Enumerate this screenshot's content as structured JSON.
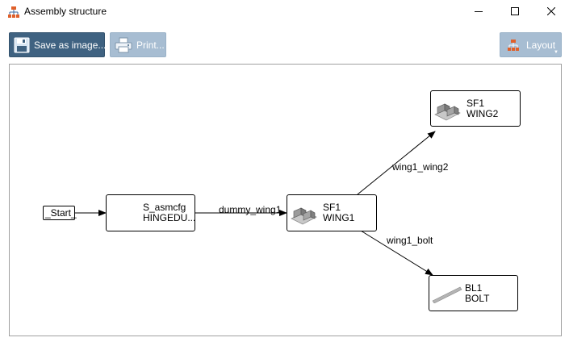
{
  "window": {
    "title": "Assembly structure",
    "app_icon": "hierarchy-icon",
    "controls": [
      "minimize-icon",
      "maximize-icon",
      "close-icon"
    ]
  },
  "toolbar": {
    "save_label": "Save as image...",
    "save_icon": "floppy-disk-icon",
    "print_label": "Print...",
    "print_icon": "printer-icon",
    "layout_label": "Layout",
    "layout_icon": "hierarchy-icon"
  },
  "colors": {
    "primary_button": "#3f6281",
    "secondary_button": "#a7bdd2"
  },
  "graph": {
    "nodes": [
      {
        "id": "start",
        "line1": "_Start_"
      },
      {
        "id": "hinge",
        "line1": "S_asmcfg",
        "line2": "HINGEDU..."
      },
      {
        "id": "wing1",
        "line1": "SF1",
        "line2": "WING1",
        "thumbnail": "sheet-metal-bracket-icon"
      },
      {
        "id": "wing2",
        "line1": "SF1",
        "line2": "WING2",
        "thumbnail": "sheet-metal-bracket-icon"
      },
      {
        "id": "bolt",
        "line1": "BL1",
        "line2": "BOLT",
        "thumbnail": "bolt-rod-icon"
      }
    ],
    "edges": [
      {
        "from": "start",
        "to": "hinge",
        "label": ""
      },
      {
        "from": "hinge",
        "to": "wing1",
        "label": "dummy_wing1"
      },
      {
        "from": "wing1",
        "to": "wing2",
        "label": "wing1_wing2"
      },
      {
        "from": "wing1",
        "to": "bolt",
        "label": "wing1_bolt"
      }
    ]
  }
}
